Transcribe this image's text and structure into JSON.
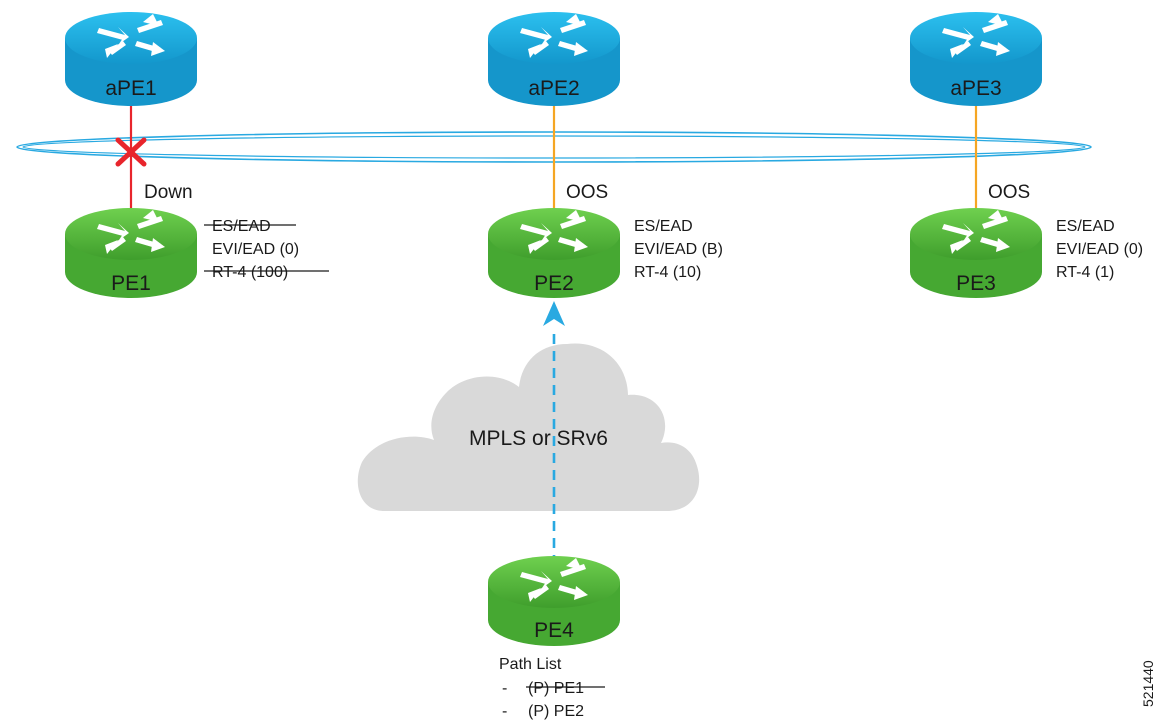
{
  "routers": {
    "ape1": {
      "label": "aPE1"
    },
    "ape2": {
      "label": "aPE2"
    },
    "ape3": {
      "label": "aPE3"
    },
    "pe1": {
      "label": "PE1"
    },
    "pe2": {
      "label": "PE2"
    },
    "pe3": {
      "label": "PE3"
    },
    "pe4": {
      "label": "PE4"
    }
  },
  "links": {
    "pe1_status": "Down",
    "pe2_status": "OOS",
    "pe3_status": "OOS"
  },
  "pe1_info": {
    "line1": "ES/EAD",
    "line2": "EVI/EAD (0)",
    "line3": "RT-4 (100)"
  },
  "pe2_info": {
    "line1": "ES/EAD",
    "line2": "EVI/EAD (B)",
    "line3": "RT-4 (10)"
  },
  "pe3_info": {
    "line1": "ES/EAD",
    "line2": "EVI/EAD (0)",
    "line3": "RT-4 (1)"
  },
  "cloud": {
    "label": "MPLS or SRv6"
  },
  "path_list": {
    "title": "Path List",
    "bullet": "-",
    "item1": "(P) PE1",
    "item2": "(P) PE2"
  },
  "figure_id": "521440",
  "colors": {
    "ape_router": "#1ab3e6",
    "pe_router": "#5fc244",
    "link_down": "#e8252c",
    "link_oos": "#f5a623",
    "ring": "#29a9e1",
    "cloud": "#d9d9d9",
    "arrow": "#29a9e1"
  }
}
